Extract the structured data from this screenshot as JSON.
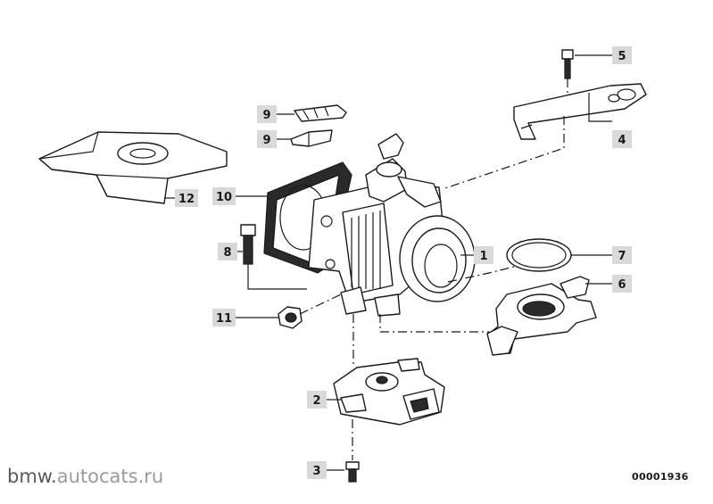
{
  "diagram": {
    "id_code": "00001936",
    "watermark_primary": "bmw.",
    "watermark_secondary": "autocats.ru"
  },
  "callouts": [
    {
      "label": "1"
    },
    {
      "label": "2"
    },
    {
      "label": "3"
    },
    {
      "label": "4"
    },
    {
      "label": "5"
    },
    {
      "label": "6"
    },
    {
      "label": "7"
    },
    {
      "label": "8"
    },
    {
      "label": "9"
    },
    {
      "label": "9"
    },
    {
      "label": "10"
    },
    {
      "label": "11"
    },
    {
      "label": "12"
    }
  ]
}
